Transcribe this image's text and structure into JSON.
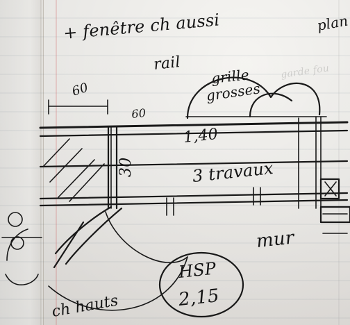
{
  "page": {
    "notes": [
      "+ fenêtre ch aussi",
      "plan",
      "rail",
      "grille",
      "grosses",
      "garde fou",
      "60",
      "1,40",
      "30",
      "3 travaux",
      "HSP",
      "2,15",
      "ch hauts",
      "mur"
    ]
  },
  "style": {
    "paper": "#f3f2ef",
    "ink": "#141414",
    "line": "#b9c6d4"
  }
}
